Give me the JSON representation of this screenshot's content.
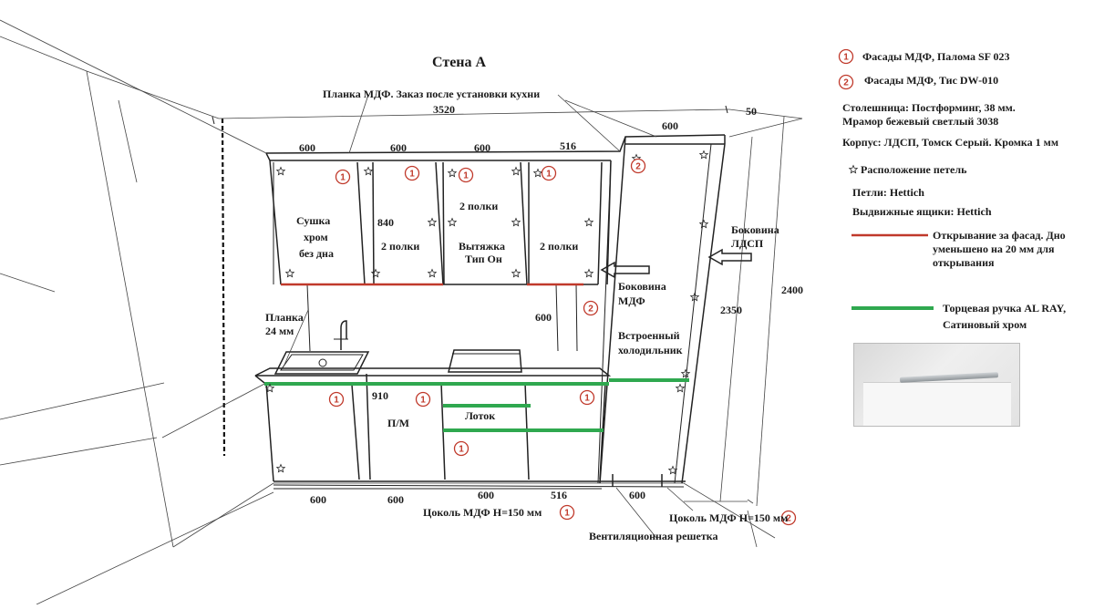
{
  "title": "Стена А",
  "top_labels": {
    "planka_note": "Планка МДФ. Заказ после установки кухни",
    "total_width": "3520",
    "fridge_depth_top": "600",
    "gap_50": "50"
  },
  "upper_widths": [
    "600",
    "600",
    "600",
    "516"
  ],
  "upper_cabinets": {
    "sushka": [
      "Сушка",
      "хром",
      "без дна"
    ],
    "h840": "840",
    "shelves_a": "2 полки",
    "shelves_b": "2 полки",
    "hood": [
      "Вытяжка",
      "Тип Он"
    ],
    "shelves_c": "2 полки"
  },
  "side_labels": {
    "planka_24": [
      "Планка",
      "24 мм"
    ],
    "bokovina_mdf": [
      "Боковина",
      "МДФ"
    ],
    "bokovina_ldsp": [
      "Боковина",
      "ЛДСП"
    ],
    "fridge": [
      "Встроенный",
      "холодильник"
    ],
    "h600": "600",
    "h2350": "2350",
    "h2400": "2400"
  },
  "lower_cabinets": {
    "h910": "910",
    "pm": "П/М",
    "lotok": "Лоток"
  },
  "bottom_labels": {
    "w1": "600",
    "w2": "600",
    "w3": "600",
    "w4": "516",
    "w5": "600",
    "plinth_left": "Цоколь МДФ Н=150 мм",
    "plinth_right": "Цоколь МДФ Н=150 мм",
    "vent": "Вентиляционная решетка"
  },
  "markers": {
    "m1": "1",
    "m2": "2"
  },
  "legend": {
    "facade1": "Фасады МДФ, Палома SF 023",
    "facade2": "Фасады МДФ, Тис DW-010",
    "countertop_1": "Столешница: Постформинг, 38 мм.",
    "countertop_2": "Мрамор бежевый светлый 3038",
    "body": "Корпус: ЛДСП, Томск Серый. Кромка 1 мм",
    "hinges_loc": "Расположение петель",
    "hinges": "Петли: Hettich",
    "drawers": "Выдвижные ящики: Hettich",
    "red_note_1": "Открывание за фасад. Дно",
    "red_note_2": "уменьшено на 20 мм для",
    "red_note_3": "открывания",
    "green_note_1": "Торцевая ручка  AL RAY,",
    "green_note_2": "Сатиновый хром"
  },
  "colors": {
    "red_line": "#c0392b",
    "green_line": "#2fa84f",
    "marker": "#c0392b"
  },
  "icons": [
    "star-icon",
    "arrow-left-icon",
    "circled-number-marker"
  ]
}
